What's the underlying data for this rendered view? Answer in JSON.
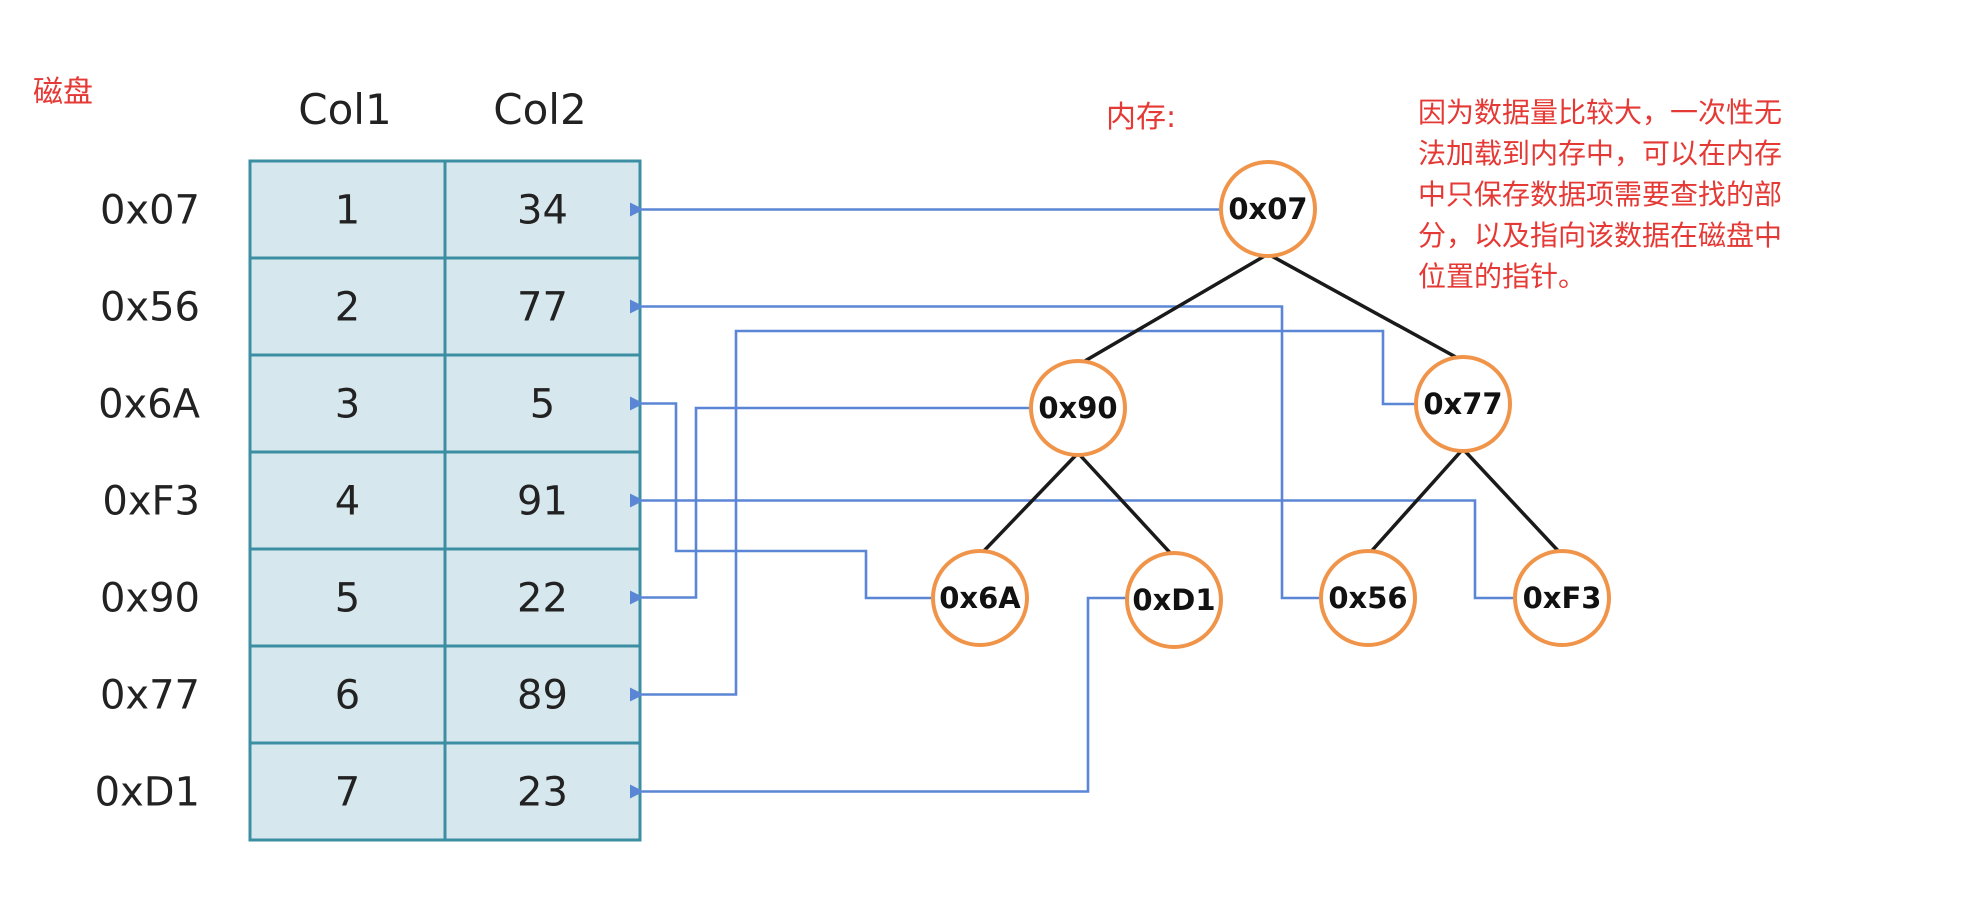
{
  "disk_label": "磁盘",
  "memory_label": "内存:",
  "note_lines": [
    "因为数据量比较大，一次性无",
    "法加载到内存中，可以在内存",
    "中只保存数据项需要查找的部",
    "分，以及指向该数据在磁盘中",
    "位置的指针。"
  ],
  "columns": [
    "Col1",
    "Col2"
  ],
  "rows": [
    {
      "addr": "0x07",
      "col1": "1",
      "col2": "34"
    },
    {
      "addr": "0x56",
      "col1": "2",
      "col2": "77"
    },
    {
      "addr": "0x6A",
      "col1": "3",
      "col2": "5"
    },
    {
      "addr": "0xF3",
      "col1": "4",
      "col2": "91"
    },
    {
      "addr": "0x90",
      "col1": "5",
      "col2": "22"
    },
    {
      "addr": "0x77",
      "col1": "6",
      "col2": "89"
    },
    {
      "addr": "0xD1",
      "col1": "7",
      "col2": "23"
    }
  ],
  "tree_nodes": [
    {
      "id": "0x07",
      "label": "0x07"
    },
    {
      "id": "0x90",
      "label": "0x90"
    },
    {
      "id": "0x77",
      "label": "0x77"
    },
    {
      "id": "0x6A",
      "label": "0x6A"
    },
    {
      "id": "0xD1",
      "label": "0xD1"
    },
    {
      "id": "0x56",
      "label": "0x56"
    },
    {
      "id": "0xF3",
      "label": "0xF3"
    }
  ],
  "tree_edges": [
    [
      "0x07",
      "0x90"
    ],
    [
      "0x07",
      "0x77"
    ],
    [
      "0x90",
      "0x6A"
    ],
    [
      "0x90",
      "0xD1"
    ],
    [
      "0x77",
      "0x56"
    ],
    [
      "0x77",
      "0xF3"
    ]
  ],
  "pointers": [
    {
      "from": "0x07",
      "to_row": "0x07"
    },
    {
      "from": "0x56",
      "to_row": "0x56"
    },
    {
      "from": "0x6A",
      "to_row": "0x6A"
    },
    {
      "from": "0xF3",
      "to_row": "0xF3"
    },
    {
      "from": "0x90",
      "to_row": "0x90"
    },
    {
      "from": "0x77",
      "to_row": "0x77"
    },
    {
      "from": "0xD1",
      "to_row": "0xD1"
    }
  ],
  "colors": {
    "cell_fill": "#d6e8ee",
    "cell_border": "#3c8ea2",
    "pointer": "#5b86d6",
    "node_border": "#f0944a",
    "annotation": "#e53935"
  }
}
